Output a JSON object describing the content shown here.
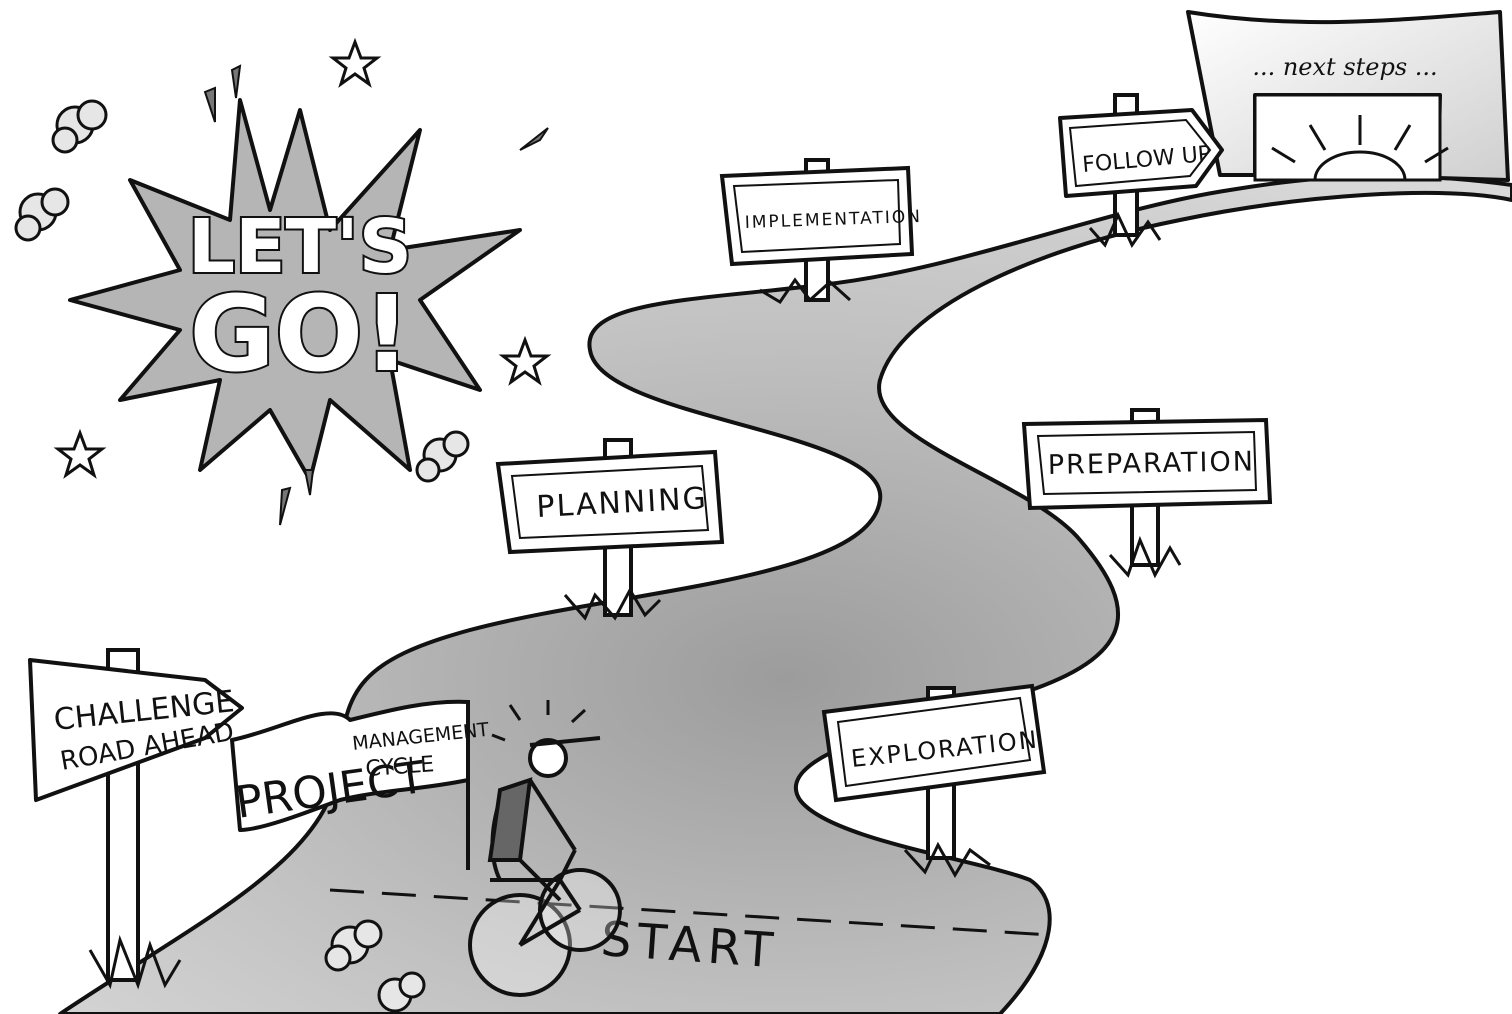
{
  "burst": {
    "line1": "LET'S",
    "line2": "GO!"
  },
  "banner": {
    "word1": "PROJECT",
    "word2": "MANAGEMENT",
    "word3": "CYCLE"
  },
  "signs": {
    "challenge_line1": "CHALLENGE",
    "challenge_line2": "ROAD AHEAD",
    "planning": "PLANNING",
    "implementation": "IMPLEMENTATION",
    "follow_up": "FOLLOW UP",
    "preparation": "PREPARATION",
    "exploration": "EXPLORATION"
  },
  "finish": {
    "label": "... next steps ..."
  },
  "road": {
    "start": "START"
  },
  "colors": {
    "road": "#c8c8c8",
    "road_shadow": "#9a9a9a",
    "ink": "#111111",
    "burst_fill": "#b5b5b5"
  }
}
